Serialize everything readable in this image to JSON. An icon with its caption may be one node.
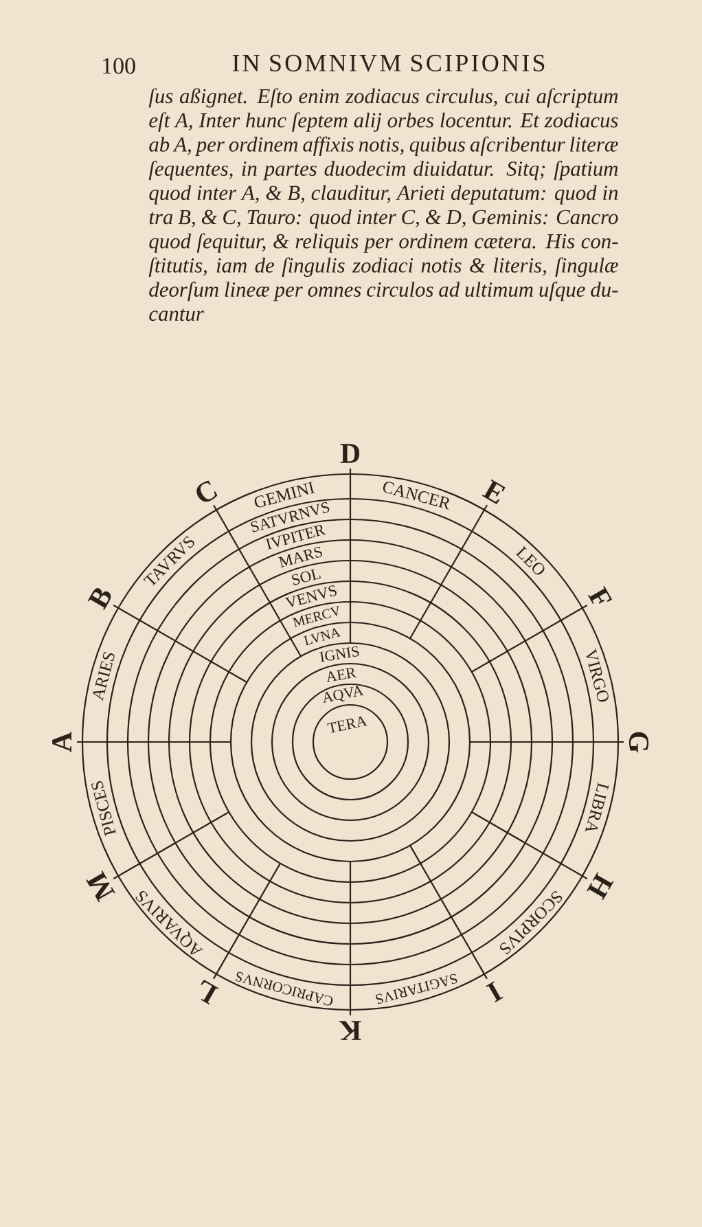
{
  "diagram": {
    "title": "IN SOMNIVM SCIPIONIS",
    "labels": [
      "100",
      "ſus aßignet. Eſto enim zodiacus circulus, cui aſcriptum eſt A, Inter hunc ſeptem alij orbes locentur. Et zodiacus ab A, per ordinem affixis notis, quibus aſcribentur literæ ſequentes, in partes duodecim diuidatur. Sitq; ſpatium quod inter A, & B, clauditur, Arieti deputatum: quod in tra B, & C, Tauro: quod inter C, & D, Geminis: Cancro quod ſequitur, & reliquis per ordinem cætera. His con-ſtitutis, iam de ſingulis zodiaci notis & literis, ſingulæ deorſum lineæ per omnes circulos ad ultimum uſque du-cantur",
      "A",
      "B",
      "C",
      "D",
      "E",
      "F",
      "G",
      "H",
      "I",
      "K",
      "L",
      "M",
      "ARIES",
      "TAVRVS",
      "GEMINI",
      "CANCER",
      "LEO",
      "VIRGO",
      "LIBRA",
      "SCORPIVS",
      "SAGITARIVS",
      "CAPRICORNVS",
      "AQVARIVS",
      "PISCES",
      "SATVRNVS",
      "IVPITER",
      "MARS",
      "SOL",
      "VENVS",
      "MERCV",
      "LVNA",
      "IGNIS",
      "AER",
      "AQVA",
      "TERA"
    ]
  }
}
